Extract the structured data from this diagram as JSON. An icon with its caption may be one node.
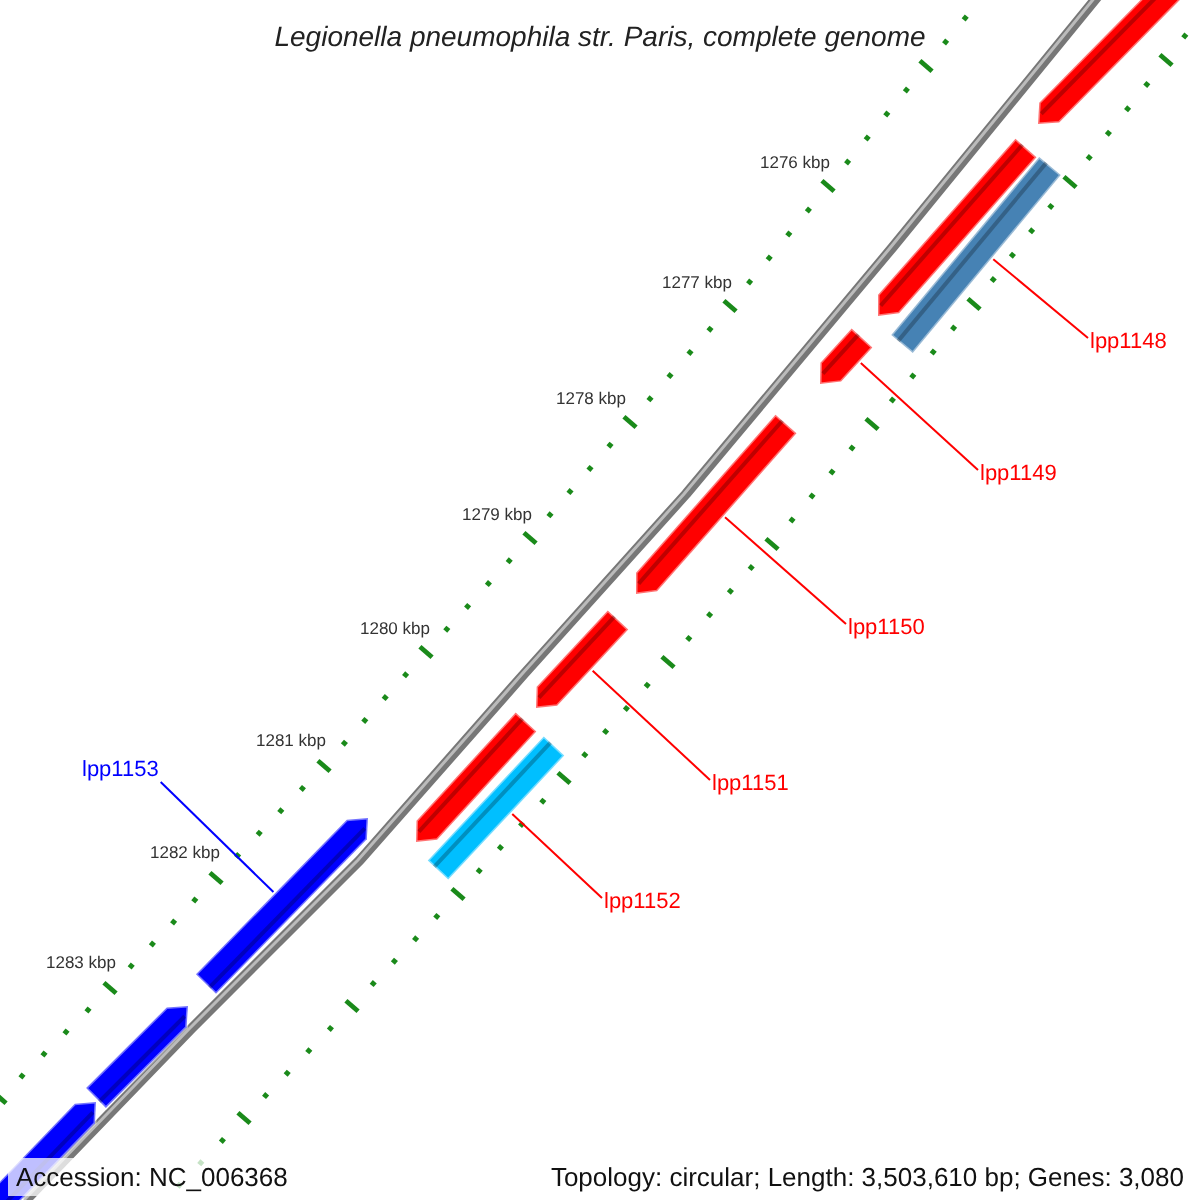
{
  "diagram": {
    "title": "Legionella pneumophila str. Paris, complete genome",
    "nodes": [
      {
        "text": [],
        "shape": "pentagon"
      },
      {
        "text": [],
        "shape": "pentagon"
      },
      {
        "text": [],
        "shape": "bar"
      },
      {
        "text": [
          "lpp1148"
        ]
      },
      {
        "text": [],
        "shape": "pentagon"
      },
      {
        "text": [
          "lpp1149"
        ]
      },
      {
        "text": [],
        "shape": "pentagon"
      },
      {
        "text": [
          "lpp1150"
        ]
      },
      {
        "text": [],
        "shape": "pentagon"
      },
      {
        "text": [
          "lpp1151"
        ]
      },
      {
        "text": [],
        "shape": "pentagon"
      },
      {
        "text": [],
        "shape": "bar"
      },
      {
        "text": [
          "lpp1153"
        ]
      },
      {
        "text": [
          "lpp1152"
        ]
      },
      {
        "text": [],
        "shape": "pentagon"
      },
      {
        "text": [],
        "shape": "pentagon"
      },
      {
        "text": [],
        "shape": "pentagon"
      }
    ],
    "edges": [
      {
        "from": 3,
        "to": 2,
        "arrow": "none"
      },
      {
        "from": 5,
        "to": 4,
        "arrow": "none"
      },
      {
        "from": 7,
        "to": 6,
        "arrow": "none"
      },
      {
        "from": 9,
        "to": 8,
        "arrow": "none"
      },
      {
        "from": 13,
        "to": 11,
        "arrow": "none"
      },
      {
        "from": 12,
        "to": 14,
        "arrow": "none",
        "color": "#0000ff"
      }
    ],
    "labels": [
      "1276 kbp",
      "1277 kbp",
      "1278 kbp",
      "1279 kbp",
      "1280 kbp",
      "1281 kbp",
      "1282 kbp",
      "1283 kbp",
      "Accession: NC_006368",
      "Topology: circular; Length: 3,503,610 bp; Genes: 3,080"
    ]
  }
}
